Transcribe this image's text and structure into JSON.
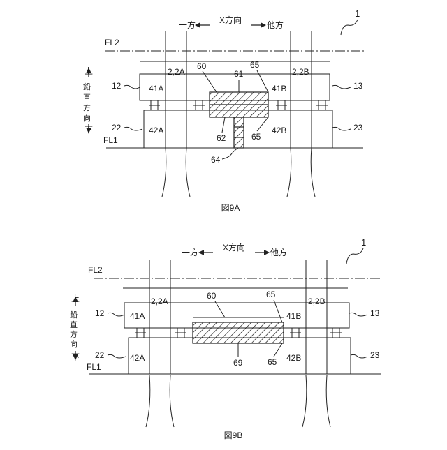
{
  "figure_a": {
    "ref_number": "1",
    "direction": {
      "left": "一方",
      "center": "X方向",
      "right": "他方"
    },
    "vertical_axis": {
      "top": "上",
      "label": [
        "鉛",
        "直",
        "方",
        "向"
      ],
      "bottom": "下"
    },
    "floors": {
      "upper": "FL2",
      "lower": "FL1"
    },
    "labels": {
      "col_a": "2,2A",
      "col_b": "2,2B",
      "beam_upper_left": "12",
      "beam_upper_right": "13",
      "beam_lower_left": "22",
      "beam_lower_right": "23",
      "box_41a": "41A",
      "box_41b": "41B",
      "box_42a": "42A",
      "box_42b": "42B",
      "member_60": "60",
      "member_61": "61",
      "member_65_top": "65",
      "member_62": "62",
      "member_65_bottom": "65",
      "member_64": "64"
    },
    "caption": "図9A"
  },
  "figure_b": {
    "ref_number": "1",
    "direction": {
      "left": "一方",
      "center": "X方向",
      "right": "他方"
    },
    "vertical_axis": {
      "top": "上",
      "label": [
        "鉛",
        "直",
        "方",
        "向"
      ],
      "bottom": "下"
    },
    "floors": {
      "upper": "FL2",
      "lower": "FL1"
    },
    "labels": {
      "col_a": "2,2A",
      "col_b": "2,2B",
      "beam_upper_left": "12",
      "beam_upper_right": "13",
      "beam_lower_left": "22",
      "beam_lower_right": "23",
      "box_41a": "41A",
      "box_41b": "41B",
      "box_42a": "42A",
      "box_42b": "42B",
      "member_60": "60",
      "member_65_top": "65",
      "member_69": "69",
      "member_65_bottom": "65"
    },
    "caption": "図9B"
  },
  "colors": {
    "line": "#222222",
    "background": "#ffffff"
  }
}
